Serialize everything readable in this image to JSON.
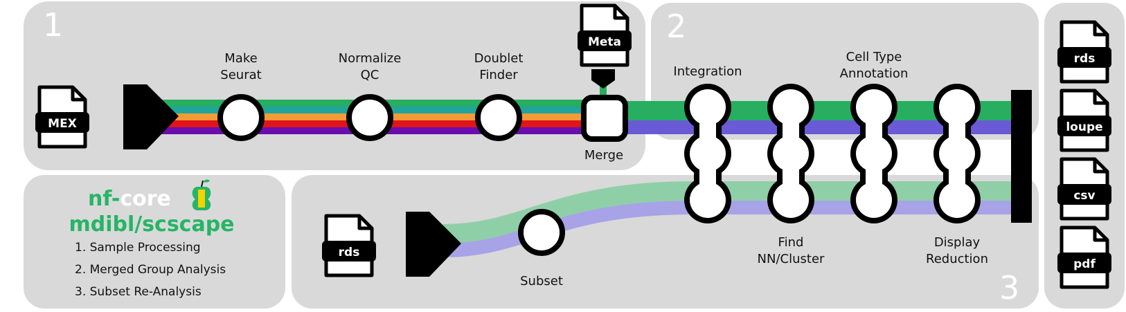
{
  "sections": {
    "one": "1",
    "two": "2",
    "three": "3"
  },
  "steps": {
    "make_seurat": [
      "Make",
      "Seurat"
    ],
    "normalize_qc": [
      "Normalize",
      "QC"
    ],
    "doublet_finder": [
      "Doublet",
      "Finder"
    ],
    "merge": "Merge",
    "integration": "Integration",
    "cell_type_annotation": [
      "Cell Type",
      "Annotation"
    ],
    "find_nn_cluster": [
      "Find",
      "NN/Cluster"
    ],
    "display_reduction": [
      "Display",
      "Reduction"
    ],
    "subset": "Subset"
  },
  "files": {
    "mex": "MEX",
    "meta": "Meta",
    "rds_input": "rds",
    "outputs": [
      "rds",
      "loupe",
      "csv",
      "pdf"
    ]
  },
  "brand": {
    "nf": "nf",
    "dash": "-",
    "core": "core",
    "pipeline": "mdibl/scscape"
  },
  "legend": [
    "1. Sample Processing",
    "2. Merged Group Analysis",
    "3. Subset Re-Analysis"
  ],
  "colors": {
    "panel": "#d9d9d9",
    "green": "#27ae60",
    "teal": "#1fa59b",
    "orange": "#f39b35",
    "red": "#e0141b",
    "purple": "#6a0dad",
    "blue": "#6a5ad6",
    "light_green": "#8fcfa8",
    "light_blue": "#a8a3e6",
    "brand_green": "#25b566"
  }
}
